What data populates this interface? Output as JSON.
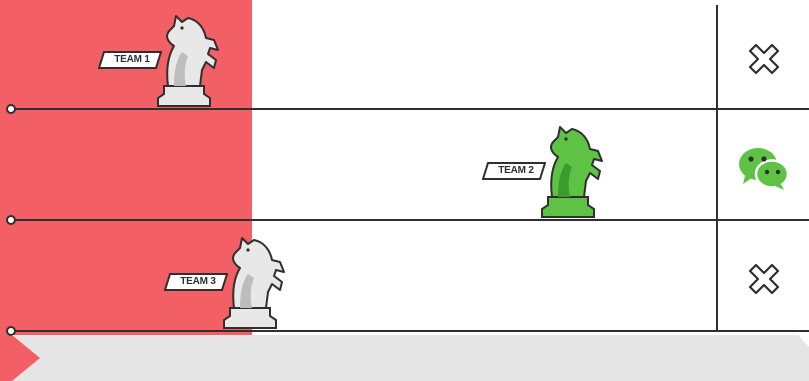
{
  "scene": {
    "accent_red": "#f26065",
    "track_color": "#e5e5e5",
    "line_color": "#2f2f2f"
  },
  "teams": [
    {
      "label": "TEAM 1",
      "knight_fill": "#e8e8e8",
      "knight_shade": "#bdbdbd",
      "status": "x-icon"
    },
    {
      "label": "TEAM 2",
      "knight_fill": "#5ec245",
      "knight_shade": "#3d9a2c",
      "status": "wechat-icon"
    },
    {
      "label": "TEAM 3",
      "knight_fill": "#e8e8e8",
      "knight_shade": "#bdbdbd",
      "status": "x-icon"
    }
  ]
}
